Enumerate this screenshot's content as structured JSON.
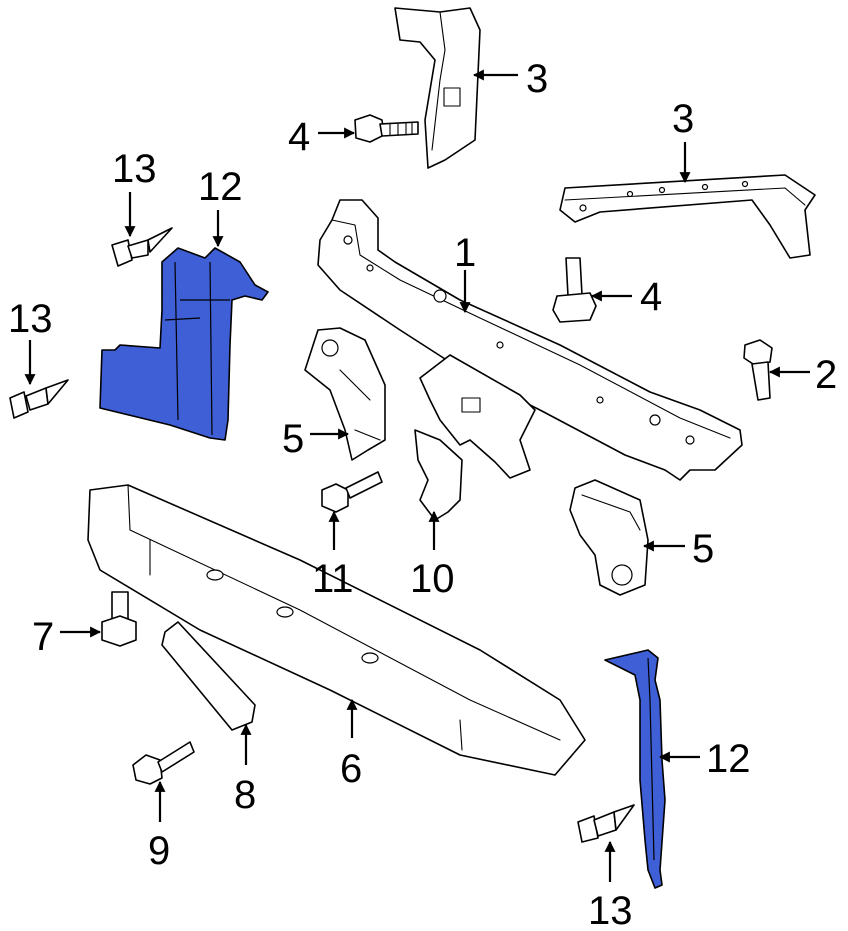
{
  "colors": {
    "highlight": "#3f5fd6",
    "line": "#000000",
    "background": "#ffffff"
  },
  "callouts": {
    "c1": "1",
    "c2": "2",
    "c3_top": "3",
    "c3_right": "3",
    "c4_top": "4",
    "c4_right": "4",
    "c5_left": "5",
    "c5_right": "5",
    "c6": "6",
    "c7": "7",
    "c8": "8",
    "c9": "9",
    "c10": "10",
    "c11": "11",
    "c12_top": "12",
    "c12_right": "12",
    "c13_top": "13",
    "c13_left": "13",
    "c13_bottom": "13"
  }
}
